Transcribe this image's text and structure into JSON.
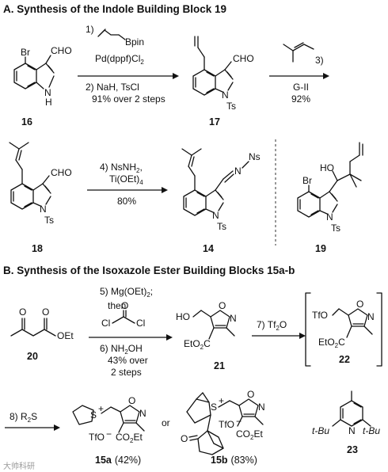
{
  "section_a": {
    "title": "A. Synthesis of the Indole Building Block 19",
    "step1": {
      "reagent_top": "1)",
      "reagent_bpin": "Bpin",
      "catalyst": "Pd(dppf)Cl",
      "catalyst_sub": "2",
      "step2": "2) NaH, TsCl",
      "yield": "91% over 2 steps"
    },
    "step3": {
      "label": "3)",
      "catalyst": "G-II",
      "yield": "92%"
    },
    "step4": {
      "reagent": "4) NsNH",
      "reagent_sub": "2",
      "ti": "Ti(OEt)",
      "ti_sub": "4",
      "yield": "80%"
    },
    "compounds": {
      "c16": {
        "label": "16",
        "br": "Br",
        "cho": "CHO",
        "nh_n": "N",
        "nh_h": "H"
      },
      "c17": {
        "label": "17",
        "cho": "CHO",
        "n": "N",
        "ts": "Ts"
      },
      "c18": {
        "label": "18",
        "cho": "CHO",
        "n": "N",
        "ts": "Ts"
      },
      "c14": {
        "label": "14",
        "n": "N",
        "ts": "Ts",
        "imine_n": "N",
        "ns": "Ns"
      },
      "c19": {
        "label": "19",
        "br": "Br",
        "ho": "HO",
        "n": "N",
        "ts": "Ts"
      }
    }
  },
  "section_b": {
    "title": "B. Synthesis of the Isoxazole Ester Building Blocks 15a-b",
    "step5": {
      "reagent": "5) Mg(OEt)",
      "reagent_sub": "2",
      "reagent_end": ";",
      "then": "then",
      "cl_left": "Cl",
      "cl_right": "Cl",
      "step6": "6) NH",
      "step6_sub": "2",
      "step6_end": "OH",
      "yield1": "43% over",
      "yield2": "2 steps"
    },
    "step7": {
      "reagent": "7) Tf",
      "reagent_sub": "2",
      "reagent_end": "O"
    },
    "step8": {
      "reagent": "8) R",
      "reagent_sub": "2",
      "reagent_end": "S"
    },
    "or": "or",
    "compounds": {
      "c20": {
        "label": "20",
        "oet": "OEt",
        "o1": "O",
        "o2": "O"
      },
      "c21": {
        "label": "21",
        "ho": "HO",
        "ester": "EtO",
        "ester_sub": "2",
        "ester_c": "C",
        "ester_pre": "O",
        "n": "N",
        "o": "O"
      },
      "c22": {
        "label": "22",
        "tfo": "TfO",
        "ester": "EtO",
        "ester_sub": "2",
        "ester_c": "C",
        "ester_pre": "O",
        "n": "N",
        "o": "O"
      },
      "c15a": {
        "label": "15a",
        "label_yield": "(42%)",
        "s": "S",
        "tfo": "TfO",
        "ester": "CO",
        "ester_sub": "2",
        "ester_end": "Et",
        "n": "N",
        "o": "O"
      },
      "c15b": {
        "label": "15b",
        "label_yield": "(83%)",
        "s": "S",
        "tfo": "TfO",
        "ester": "CO",
        "ester_sub": "2",
        "ester_end": "Et",
        "n": "N",
        "o": "O",
        "ketone_o": "O"
      },
      "c23": {
        "label": "23",
        "tbu_left": "t-Bu",
        "tbu_right": "t-Bu",
        "n": "N"
      }
    }
  },
  "watermark": "大帅科研"
}
